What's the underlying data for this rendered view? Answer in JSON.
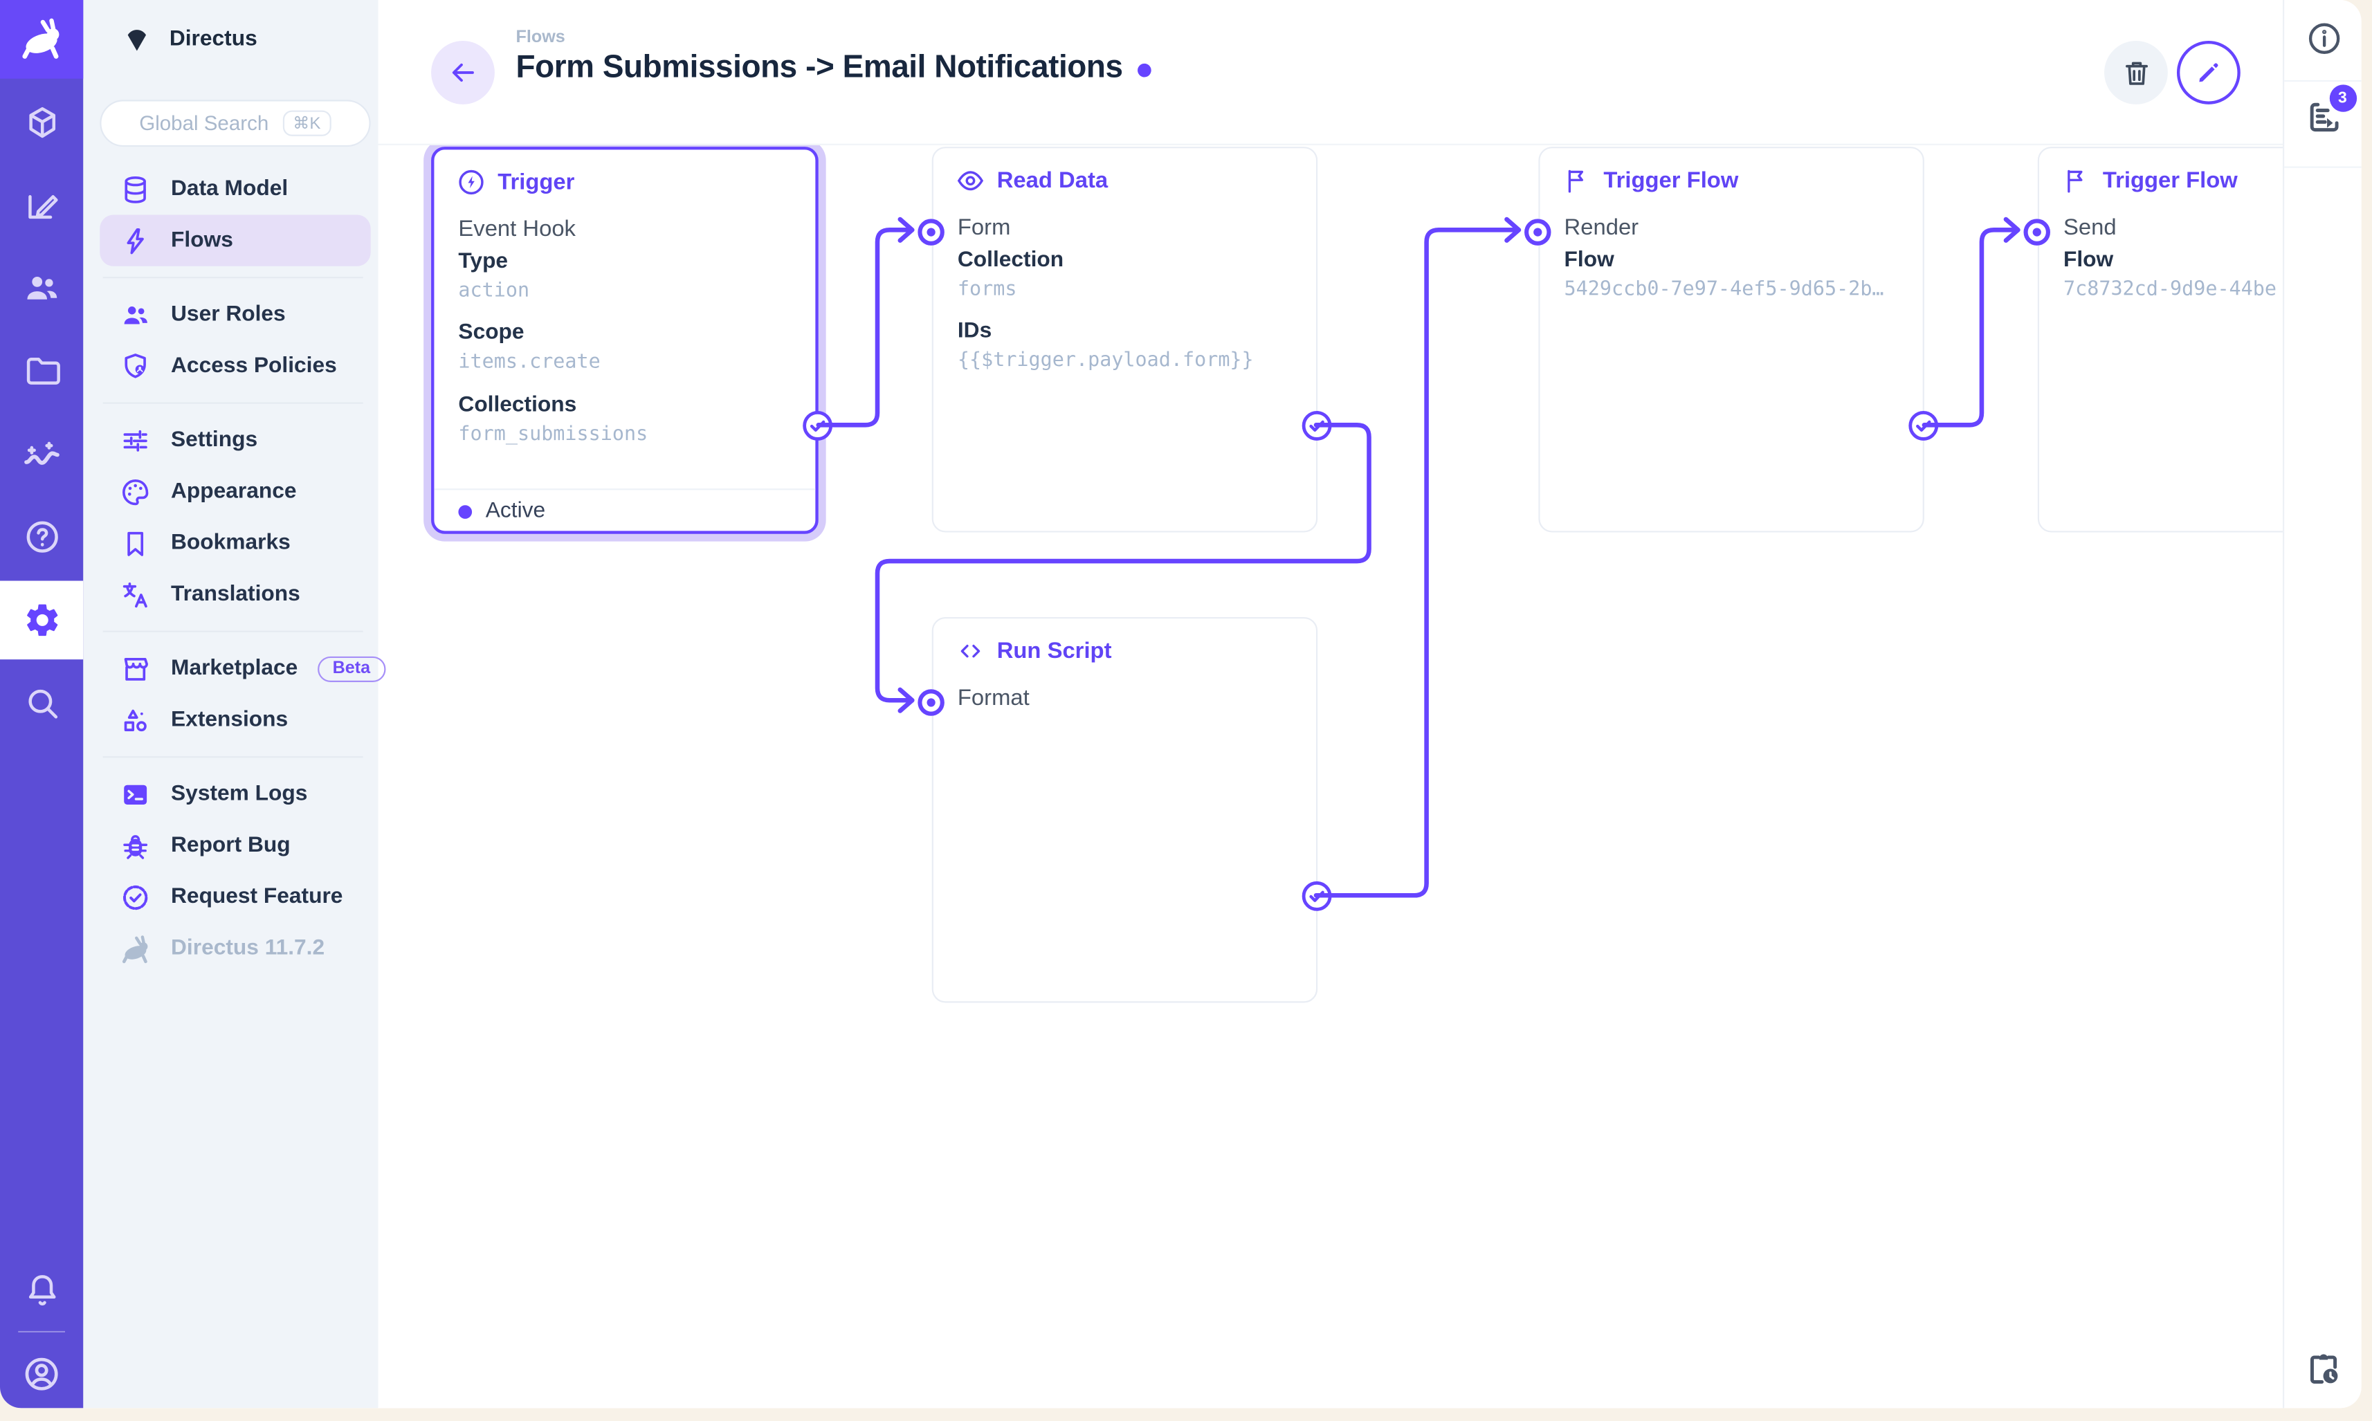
{
  "app": {
    "project_name": "Directus",
    "version_label": "Directus 11.7.2"
  },
  "module_bar": {
    "items": [
      {
        "icon": "rabbit-logo-icon"
      },
      {
        "icon": "box-icon"
      },
      {
        "icon": "edit-icon"
      },
      {
        "icon": "users-icon"
      },
      {
        "icon": "folder-icon"
      },
      {
        "icon": "insights-icon"
      },
      {
        "icon": "help-icon"
      },
      {
        "icon": "settings-gear-icon",
        "active": true
      },
      {
        "icon": "search-icon"
      },
      {
        "icon": "bell-icon"
      },
      {
        "icon": "account-circle-icon"
      }
    ]
  },
  "sidebar": {
    "search": {
      "placeholder": "Global Search",
      "shortcut": "⌘K"
    },
    "items": [
      {
        "label": "Data Model",
        "icon": "database-icon"
      },
      {
        "label": "Flows",
        "icon": "bolt-icon",
        "active": true
      },
      {
        "label": "User Roles",
        "icon": "users-icon"
      },
      {
        "label": "Access Policies",
        "icon": "shield-user-icon"
      },
      {
        "label": "Settings",
        "icon": "sliders-icon"
      },
      {
        "label": "Appearance",
        "icon": "palette-icon"
      },
      {
        "label": "Bookmarks",
        "icon": "bookmark-icon"
      },
      {
        "label": "Translations",
        "icon": "translate-icon"
      },
      {
        "label": "Marketplace",
        "icon": "storefront-icon",
        "badge": "Beta"
      },
      {
        "label": "Extensions",
        "icon": "extensions-icon"
      },
      {
        "label": "System Logs",
        "icon": "terminal-icon"
      },
      {
        "label": "Report Bug",
        "icon": "bug-icon"
      },
      {
        "label": "Request Feature",
        "icon": "seal-check-icon"
      },
      {
        "label": "Directus 11.7.2",
        "icon": "rabbit-icon",
        "muted": true
      }
    ]
  },
  "header": {
    "breadcrumb": "Flows",
    "title": "Form Submissions -> Email Notifications",
    "actions": [
      {
        "icon": "trash-icon"
      },
      {
        "icon": "pencil-icon"
      }
    ]
  },
  "right_sidebar": {
    "icons": [
      "info-icon",
      "logs-icon",
      "clipboard-clock-icon"
    ],
    "logs_badge": "3"
  },
  "flow": {
    "panels": [
      {
        "key": "trigger",
        "type_label": "Trigger",
        "icon": "bolt-circle-icon",
        "name": "Event Hook",
        "fields": [
          {
            "label": "Type",
            "value": "action"
          },
          {
            "label": "Scope",
            "value": "items.create"
          },
          {
            "label": "Collections",
            "value": "form_submissions"
          }
        ],
        "status": "Active",
        "selected": true
      },
      {
        "key": "read_data",
        "type_label": "Read Data",
        "icon": "eye-icon",
        "name": "Form",
        "fields": [
          {
            "label": "Collection",
            "value": "forms"
          },
          {
            "label": "IDs",
            "value": "{{$trigger.payload.form}}"
          }
        ]
      },
      {
        "key": "trigger_flow_render",
        "type_label": "Trigger Flow",
        "icon": "flag-icon",
        "name": "Render",
        "fields": [
          {
            "label": "Flow",
            "value": "5429ccb0-7e97-4ef5-9d65-2b…"
          }
        ]
      },
      {
        "key": "trigger_flow_send",
        "type_label": "Trigger Flow",
        "icon": "flag-icon",
        "name": "Send",
        "fields": [
          {
            "label": "Flow",
            "value": "7c8732cd-9d9e-44be"
          }
        ]
      },
      {
        "key": "run_script",
        "type_label": "Run Script",
        "icon": "code-icon",
        "name": "Format",
        "fields": []
      }
    ]
  },
  "colors": {
    "accent": "#6644FF",
    "logo_bg": "#6849F8",
    "module_bar_bg": "#5C4DD6",
    "sidebar_bg": "#F0F4F9",
    "nav_active_bg": "#E6DFF8",
    "selection_halo": "#D6CCFA",
    "panel_border": "#E9EDF4",
    "text_dark": "#18273E",
    "text_gray": "#4A5565",
    "value_muted": "#A6B7CE",
    "frame_bg": "#F8F2E8"
  }
}
